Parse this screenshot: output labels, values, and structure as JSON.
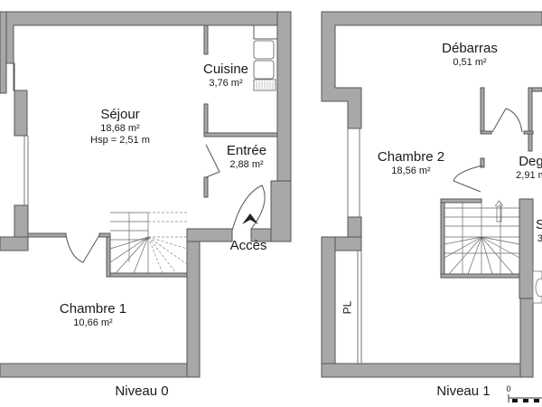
{
  "plan": {
    "levels": [
      {
        "name": "Niveau 0",
        "rooms": [
          {
            "name": "Séjour",
            "area": "18,68 m²",
            "extra": "Hsp = 2,51 m"
          },
          {
            "name": "Cuisine",
            "area": "3,76 m²"
          },
          {
            "name": "Entrée",
            "area": "2,88 m²"
          },
          {
            "name": "Chambre 1",
            "area": "10,66 m²"
          }
        ],
        "access_label": "Accès"
      },
      {
        "name": "Niveau 1",
        "rooms": [
          {
            "name": "Débarras",
            "area": "0,51 m²"
          },
          {
            "name": "Chambre 2",
            "area": "18,56 m²"
          },
          {
            "name": "Deg",
            "area": "2,91 m"
          },
          {
            "name": "S",
            "area": "3"
          }
        ],
        "closet_label": "PL",
        "scale_zero": "0"
      }
    ],
    "colors": {
      "wall_fill": "#a8a8a8",
      "wall_stroke": "#555555",
      "text": "#1a1a1a"
    }
  }
}
